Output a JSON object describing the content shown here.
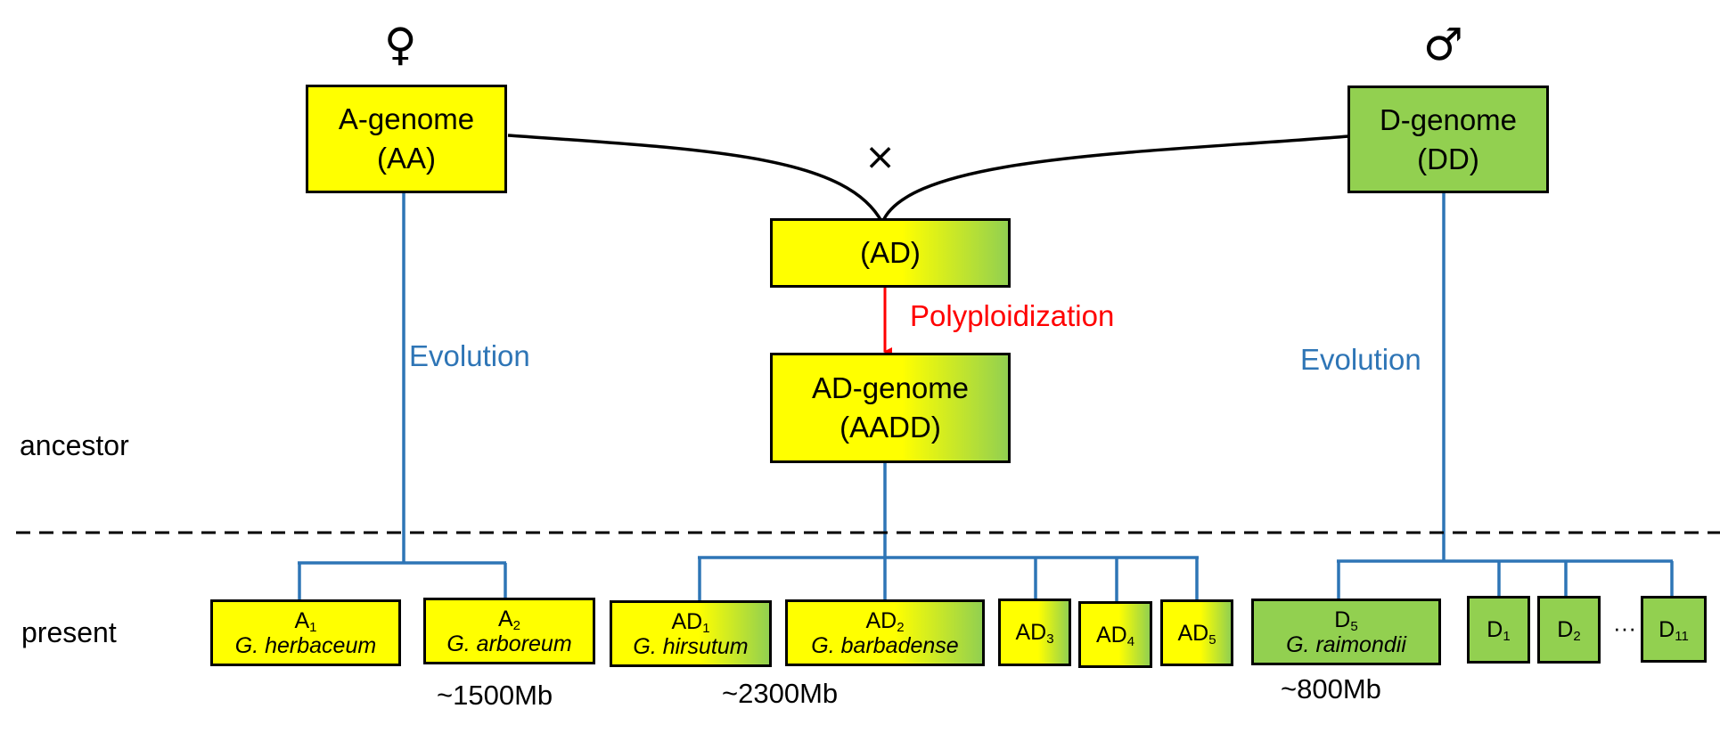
{
  "symbols": {
    "female": "♀",
    "male": "♂",
    "cross": "×"
  },
  "ancestors": {
    "a": {
      "name": "A-genome",
      "code": "(AA)"
    },
    "d": {
      "name": "D-genome",
      "code": "(DD)"
    },
    "hybrid": {
      "code": "(AD)"
    },
    "ad": {
      "name": "AD-genome",
      "code": "(AADD)"
    }
  },
  "labels": {
    "polyploidization": "Polyploidization",
    "evolution_left": "Evolution",
    "evolution_right": "Evolution",
    "ancestor": "ancestor",
    "present": "present",
    "ellipsis": "···"
  },
  "present": {
    "a1": {
      "base": "A",
      "sub": "1",
      "species": "G. herbaceum"
    },
    "a2": {
      "base": "A",
      "sub": "2",
      "species": "G. arboreum"
    },
    "ad1": {
      "base": "AD",
      "sub": "1",
      "species": "G. hirsutum"
    },
    "ad2": {
      "base": "AD",
      "sub": "2",
      "species": "G. barbadense"
    },
    "ad3": {
      "base": "AD",
      "sub": "3"
    },
    "ad4": {
      "base": "AD",
      "sub": "4"
    },
    "ad5": {
      "base": "AD",
      "sub": "5"
    },
    "d5": {
      "base": "D",
      "sub": "5",
      "species": "G. raimondii"
    },
    "d1": {
      "base": "D",
      "sub": "1"
    },
    "d2": {
      "base": "D",
      "sub": "2"
    },
    "d11": {
      "base": "D",
      "sub": "11"
    }
  },
  "sizes": {
    "a": "~1500Mb",
    "ad": "~2300Mb",
    "d": "~800Mb"
  },
  "colors": {
    "a_genome": "#ffff00",
    "d_genome": "#92d050",
    "evolution": "#2e75b6",
    "polyploidization": "#ff0000"
  }
}
